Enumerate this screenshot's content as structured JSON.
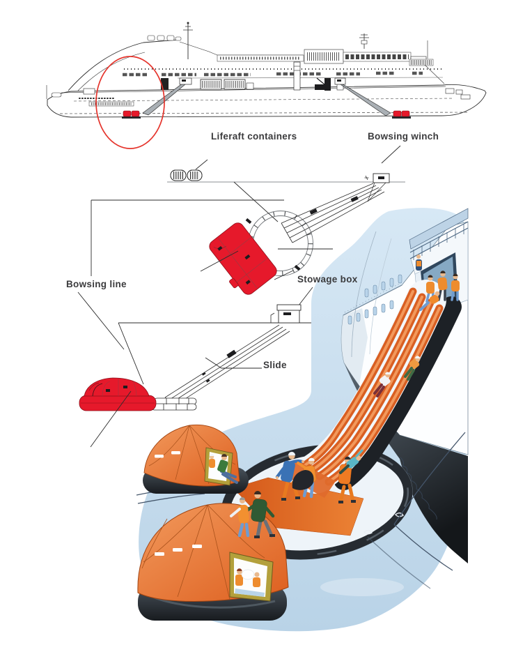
{
  "figure": {
    "kind": "marine-evacuation-system-illustration",
    "background": "#ffffff"
  },
  "annotations": {
    "liferaft_containers": "Liferaft containers",
    "bowsing_winch": "Bowsing winch",
    "bowsing_line": "Bowsing line",
    "stowage_box": "Stowage box",
    "slide": "Slide"
  },
  "sections": {
    "top": "ship-profile-with-highlight-circle",
    "middle": "deployed-system-top-view",
    "lower": "deployed-system-side-view",
    "bottom_right": "evacuation-scene-color-illustration"
  },
  "palette": {
    "highlight_red": "#e5342c",
    "equipment_red": "#e6192b",
    "line_dark": "#2b2b2b",
    "line_gray": "#8b8f93",
    "slide_orange": "#d95f22",
    "raft_orange": "#e8742f",
    "mat_orange": "#dd5f1f",
    "sky_blue": "#cfe3f2",
    "tube_black": "#23272c",
    "lifejacket_orange": "#f29030"
  }
}
